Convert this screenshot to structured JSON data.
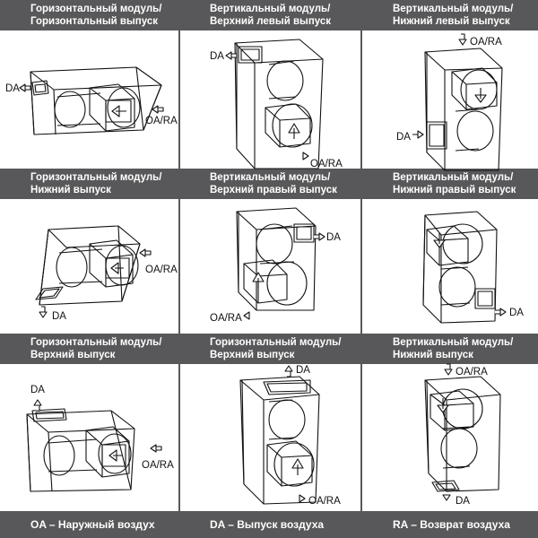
{
  "headers": [
    [
      "Горизонтальный модуль/",
      "Горизонтальный выпуск"
    ],
    [
      "Вертикальный модуль/",
      "Верхний левый выпуск"
    ],
    [
      "Вертикальный модуль/",
      "Нижний левый выпуск"
    ],
    [
      "Горизонтальный модуль/",
      "Нижний выпуск"
    ],
    [
      "Вертикальный модуль/",
      "Верхний правый выпуск"
    ],
    [
      "Вертикальный модуль/",
      "Нижний правый выпуск"
    ],
    [
      "Горизонтальный модуль/",
      "Верхний выпуск"
    ],
    [
      "Горизонтальный модуль/",
      "Верхний выпуск"
    ],
    [
      "Вертикальный модуль/",
      "Нижний выпуск"
    ]
  ],
  "labels": {
    "da": "DA",
    "oara": "OA/RA"
  },
  "legend": [
    "OA – Наружный воздух",
    "DA – Выпуск воздуха",
    "RA – Возврат воздуха"
  ],
  "colors": {
    "band": "#58585a",
    "line": "#111111"
  }
}
